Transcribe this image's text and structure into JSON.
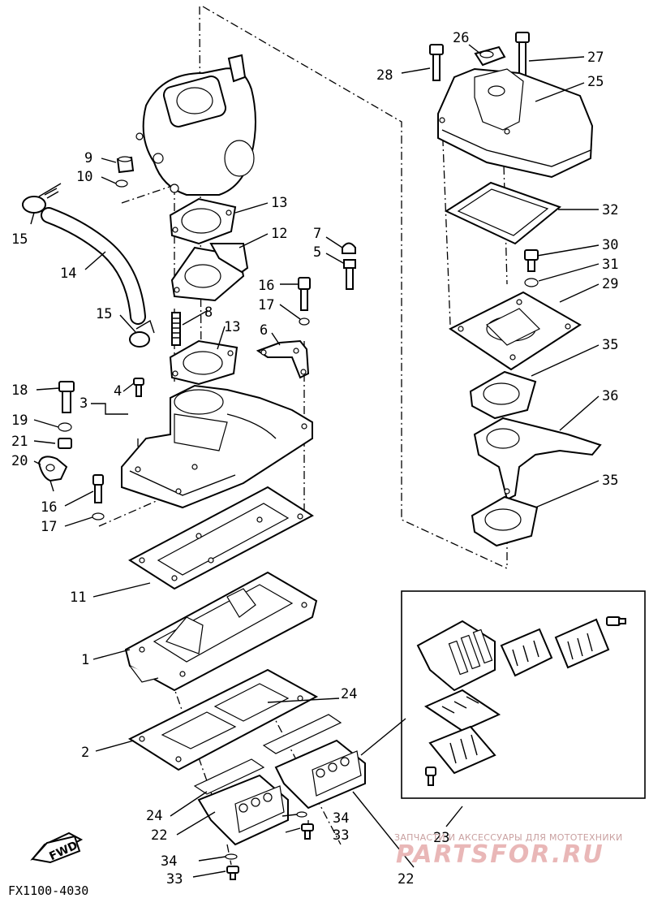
{
  "diagram": {
    "code": "FX1100-4030",
    "fwd_label": "FWD",
    "watermark": {
      "line1": "ЗАПЧАСТИ И АКСЕССУАРЫ ДЛЯ МОТОТЕХНИКИ",
      "line2": "PARTSFOR.RU"
    },
    "callouts": {
      "c1": "1",
      "c2": "2",
      "c3": "3",
      "c4": "4",
      "c5": "5",
      "c6": "6",
      "c7": "7",
      "c8": "8",
      "c9": "9",
      "c10": "10",
      "c11": "11",
      "c12": "12",
      "c13a": "13",
      "c13b": "13",
      "c14": "14",
      "c15a": "15",
      "c15b": "15",
      "c16a": "16",
      "c16b": "16",
      "c17a": "17",
      "c17b": "17",
      "c18": "18",
      "c19": "19",
      "c20": "20",
      "c21": "21",
      "c22a": "22",
      "c22b": "22",
      "c23": "23",
      "c24a": "24",
      "c24b": "24",
      "c25": "25",
      "c26": "26",
      "c27": "27",
      "c28": "28",
      "c29": "29",
      "c30": "30",
      "c31": "31",
      "c32": "32",
      "c33a": "33",
      "c33b": "33",
      "c34a": "34",
      "c34b": "34",
      "c35a": "35",
      "c35b": "35",
      "c36": "36"
    }
  }
}
